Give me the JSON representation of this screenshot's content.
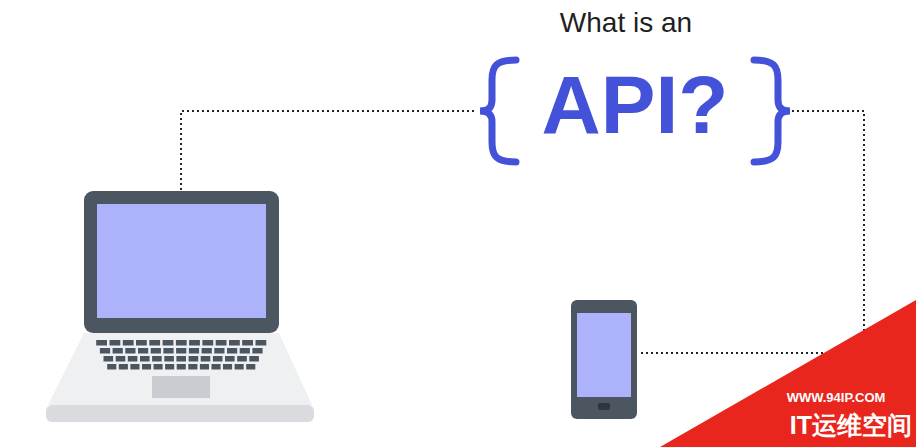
{
  "diagram": {
    "labels": [
      "What is an",
      "API?",
      "WWW.94IP.COM",
      "IT运维空间"
    ]
  }
}
